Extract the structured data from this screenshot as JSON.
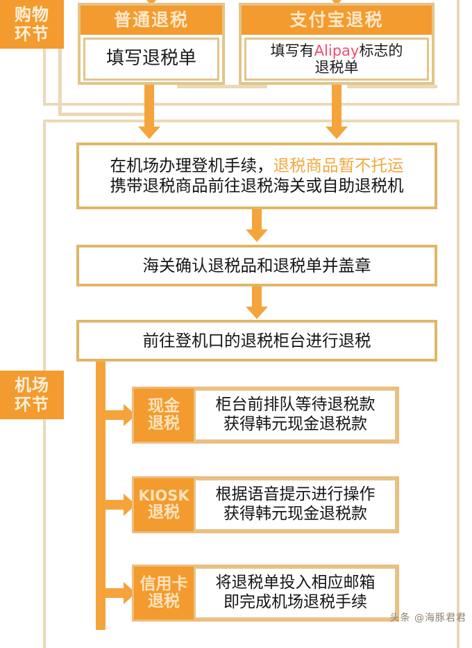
{
  "sections": {
    "shopping": {
      "label": "购物\n环节",
      "line1": "购物",
      "line2": "环节"
    },
    "airport": {
      "label": "机场\n环节",
      "line1": "机场",
      "line2": "环节"
    }
  },
  "cards": {
    "normal_refund": {
      "header": "普通退税",
      "body": "填写退税单"
    },
    "alipay_refund": {
      "header": "支付宝退税",
      "body_before": "填写有",
      "body_mark": "Alipay",
      "body_after": "标志的",
      "body_line2": "退税单"
    }
  },
  "steps": {
    "checkin": {
      "line1_plain": "在机场办理登机手续，",
      "line1_accent": "退税商品暂不托运",
      "line2": "携带退税商品前往退税海关或自助退税机"
    },
    "customs": {
      "text": "海关确认退税品和退税单并盖章"
    },
    "counter": {
      "text": "前往登机口的退税柜台进行退税"
    }
  },
  "options": [
    {
      "label_line1": "现金",
      "label_line2": "退税",
      "body_line1": "柜台前排队等待退税款",
      "body_line2": "获得韩元现金退税款"
    },
    {
      "label_line1": "KIOSK",
      "label_line2": "退税",
      "body_line1": "根据语音提示进行操作",
      "body_line2": "获得韩元现金退税款"
    },
    {
      "label_line1": "信用卡",
      "label_line2": "退税",
      "body_line1": "将退税单投入相应邮箱",
      "body_line2": "即完成机场退税手续"
    }
  ],
  "watermark": {
    "text": "头条 @海豚君君"
  },
  "colors": {
    "orange": "#f39b2e",
    "arrow_orange": "#f5a43c",
    "box_border": "#e0b667",
    "bracket_tan": "#ead9b6",
    "cream_text": "#fce3bd",
    "alipay_pink": "#ef4c6e",
    "accent_text": "#f0a93f",
    "body_text": "#151515",
    "background": "#ffffff"
  }
}
